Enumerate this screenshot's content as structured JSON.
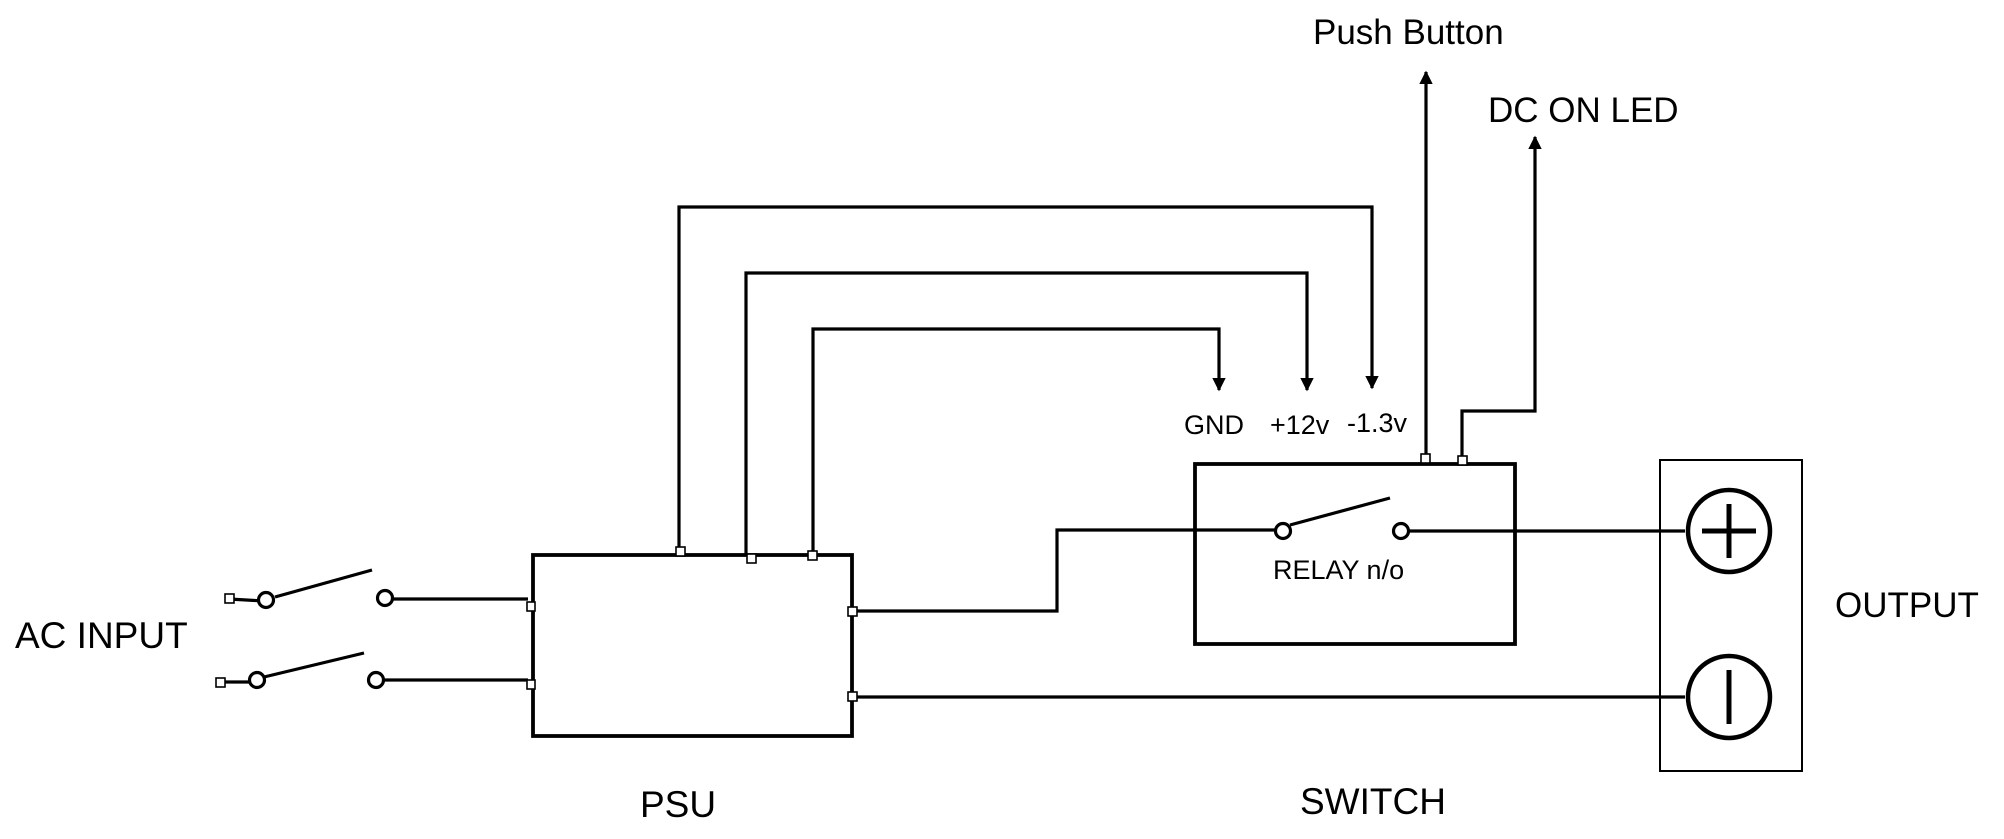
{
  "labels": {
    "ac_input": "AC INPUT",
    "psu": "PSU",
    "switch": "SWITCH",
    "relay": "RELAY n/o",
    "output": "OUTPUT",
    "gnd": "GND",
    "plus_12v": "+12v",
    "minus_1_3v": "-1.3v",
    "push_button": "Push Button",
    "dc_on_led": "DC ON LED"
  },
  "symbols": {
    "positive_terminal": "plus-icon",
    "negative_terminal": "minus-icon"
  },
  "colors": {
    "ink": "#000000",
    "background": "#ffffff"
  }
}
